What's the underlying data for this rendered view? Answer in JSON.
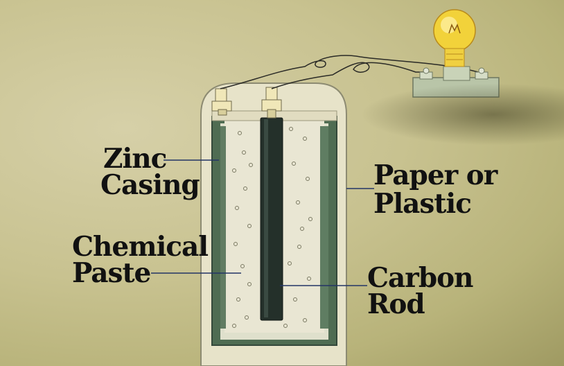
{
  "title": "Dry cell battery diagram",
  "labels": {
    "zinc_casing": [
      "Zinc",
      "Casing"
    ],
    "paper_or_plastic": [
      "Paper or",
      "Plastic"
    ],
    "chemical_paste": [
      "Chemical",
      "Paste"
    ],
    "carbon_rod": [
      "Carbon",
      "Rod"
    ]
  },
  "colors": {
    "background": "#c8c290",
    "casing_outer": "#e7e3c9",
    "zinc_layer": "#4f6c52",
    "paste": "#e9e6d3",
    "carbon_rod": "#24302a",
    "terminal": "#f0e7b8",
    "bulb_glow": "#f2d23a",
    "leader_line": "#233466"
  }
}
